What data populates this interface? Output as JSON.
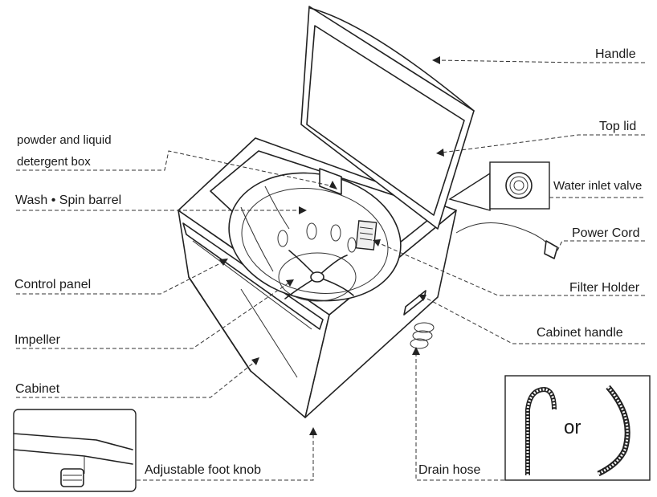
{
  "labels": {
    "handle": "Handle",
    "top_lid": "Top lid",
    "detergent_box_line1": "powder and liquid",
    "detergent_box_line2": "detergent box",
    "wash_spin_barrel": "Wash • Spin barrel",
    "water_inlet_valve": "Water inlet valve",
    "power_cord": "Power Cord",
    "control_panel": "Control panel",
    "filter_holder": "Filter Holder",
    "impeller": "Impeller",
    "cabinet_handle": "Cabinet  handle",
    "cabinet": "Cabinet",
    "adjustable_foot_knob": "Adjustable foot knob",
    "drain_hose": "Drain hose",
    "or": "or"
  }
}
